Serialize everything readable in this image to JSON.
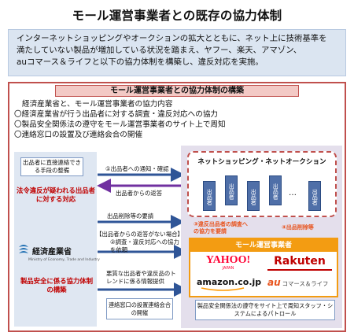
{
  "title": "モール運営事業者との既存の協力体制",
  "intro": {
    "line1": "インターネットショッピングやオークションの拡大とともに、ネット上に技術基準を",
    "line2": "満たしていない製品が増加している状況を踏まえ、ヤフー、楽天、アマゾン、",
    "line3": "auコマース＆ライフと以下の協力体制を構築し、違反対応を実施。"
  },
  "frame_title": "モール運営事業者との協力体制の構築",
  "content": {
    "intro": "経済産業省と、モール運営事業者の協力内容",
    "items": [
      "〇経済産業省が行う出品者に対する調査・違反対応への協力",
      "〇製品安全関係法の遵守をモール運営事業者のサイト上で周知",
      "〇連絡窓口の設置及び連絡会合の開催"
    ]
  },
  "left": {
    "box1": "出品者に直接連絡できる手段の整備",
    "red1": "法令違反が疑われる出品者に対する対応",
    "meti_name": "経済産業省",
    "meti_en": "Ministry of Economy, Trade and Industry",
    "red2": "製品安全に係る協力体制の構築"
  },
  "mid": {
    "step1": "①出品者への通知・確認",
    "reply": "出品者からの返答",
    "delete_request": "出品削除等の要請",
    "if_no_reply": "【出品者からの返答がない場合】",
    "step2": "②調査・違反対応への協力を依頼",
    "trend": "悪質な出品者や違反品のトレンドに係る情報提供",
    "bottom_box": "連絡窓口の設置連絡会合の開催"
  },
  "right": {
    "net_title": "ネットショッピング・ネットオークション",
    "seller_label": "出品者",
    "ellipsis": "…",
    "step3": "③違反出品者の調査への協力を要請",
    "step4": "④出品削除等",
    "operators_title": "モール運営事業者",
    "patrol": "製品安全関係法の遵守をサイト上で周知スタッフ・システムによるパトロール"
  },
  "logos": {
    "yahoo": "YAHOO!",
    "yahoo_sub": "JAPAN",
    "rakuten": "Rakuten",
    "amazon": "amazon.co.jp",
    "au_mark": "au",
    "au_text": "コマース＆ライフ"
  }
}
